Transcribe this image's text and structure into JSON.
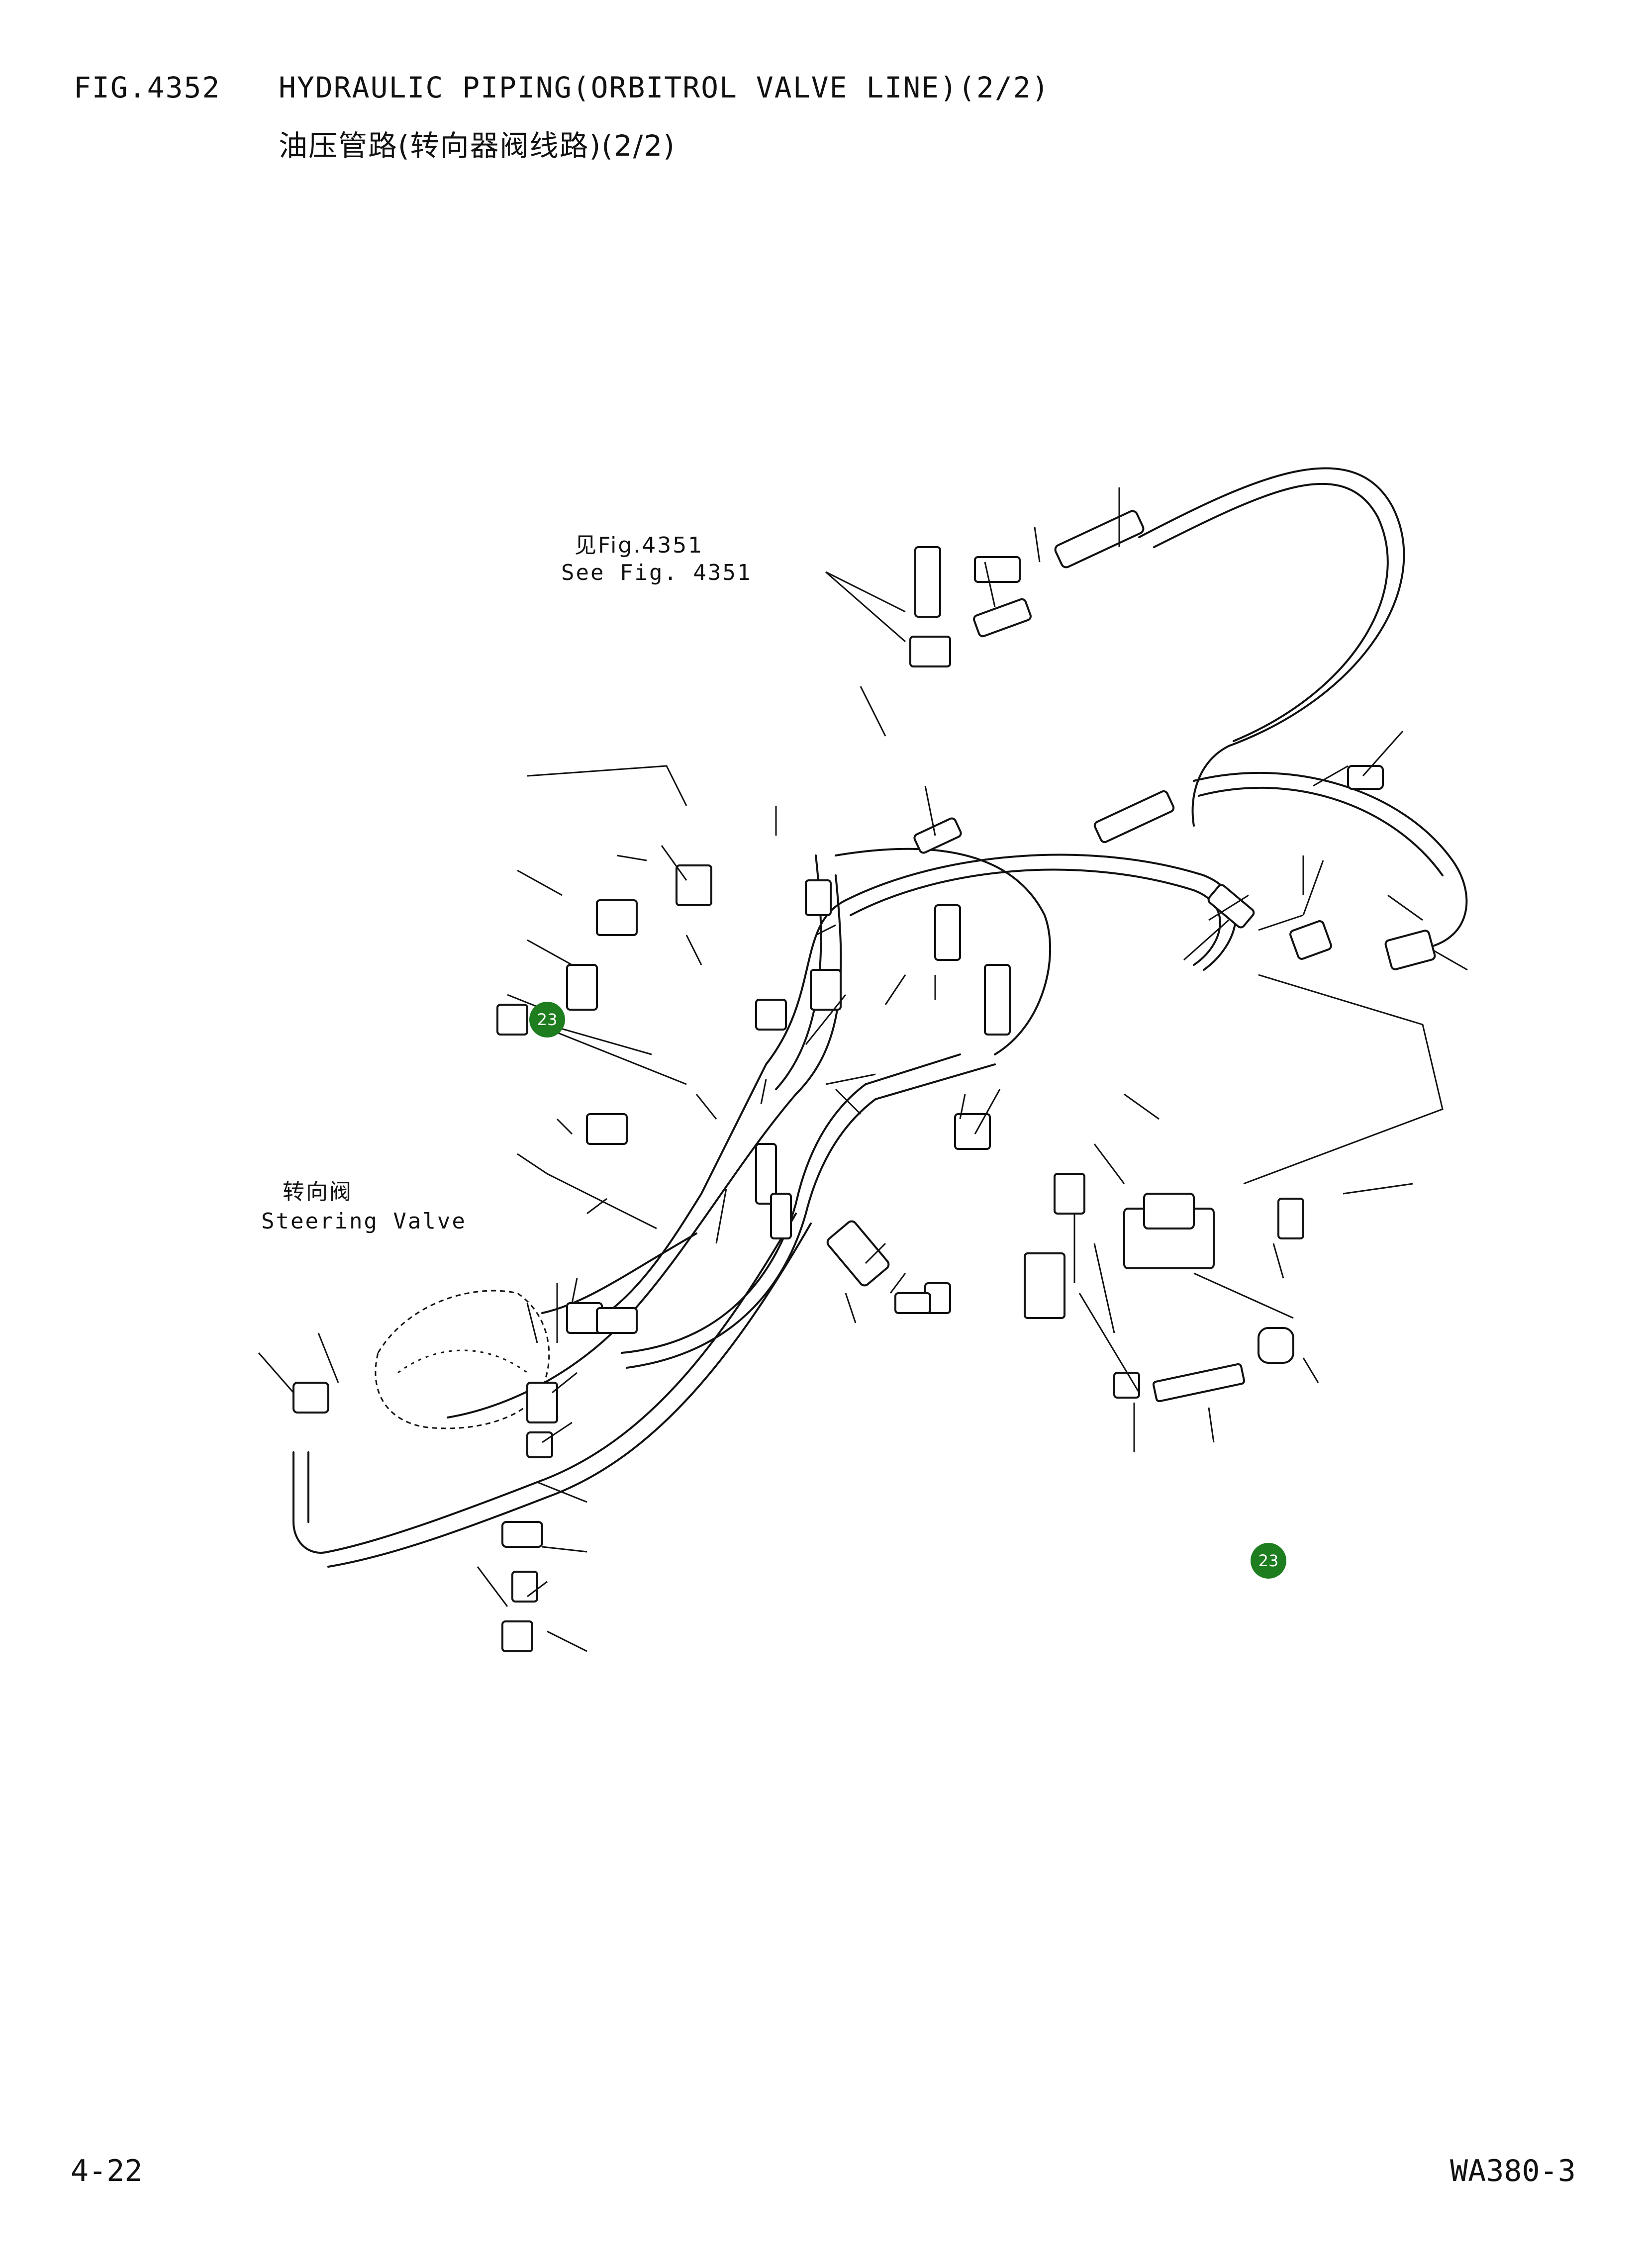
{
  "header": {
    "fig_no": "FIG.4352",
    "title_en": "HYDRAULIC PIPING(ORBITROL VALVE LINE)(2/2)",
    "title_cn": "油压管路(转向器阀线路)(2/2)"
  },
  "labels": {
    "see_fig_cn": "见Fig.4351",
    "see_fig_en": "See Fig. 4351",
    "steering_cn": "转向阀",
    "steering_en": "Steering Valve"
  },
  "badges": [
    "23",
    "23"
  ],
  "colors": {
    "badge_fill": "#1e7d1e",
    "line": "#111111"
  },
  "footer": {
    "page": "4-22",
    "model": "WA380-3"
  }
}
